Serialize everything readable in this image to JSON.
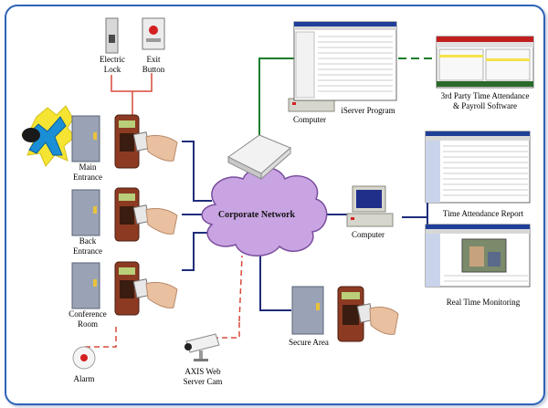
{
  "diagram": {
    "network_label": "Corporate Network",
    "nodes": {
      "electric_lock": [
        "Electric",
        "Lock"
      ],
      "exit_button": [
        "Exit",
        "Button"
      ],
      "main_entrance": [
        "Main",
        "Entrance"
      ],
      "back_entrance": [
        "Back",
        "Entrance"
      ],
      "conference_room": [
        "Conference",
        "Room"
      ],
      "alarm": "Alarm",
      "web_cam": [
        "AXIS Web",
        "Server Cam"
      ],
      "secure_area": "Secure Area",
      "computer_top": "Computer",
      "computer_mid": "Computer",
      "iserver": "iServer Program",
      "third_party": [
        "3rd Party Time Attendance",
        "& Payroll Software"
      ],
      "time_report": "Time Attendance Report",
      "realtime": "Real Time Monitoring"
    },
    "colors": {
      "network_cloud": "#c9a4e2",
      "ethernet_link": "#1f2d7a",
      "server_link": "#1a7d2a",
      "device_link": "#d94a3a",
      "frame": "#2f63b8"
    }
  }
}
